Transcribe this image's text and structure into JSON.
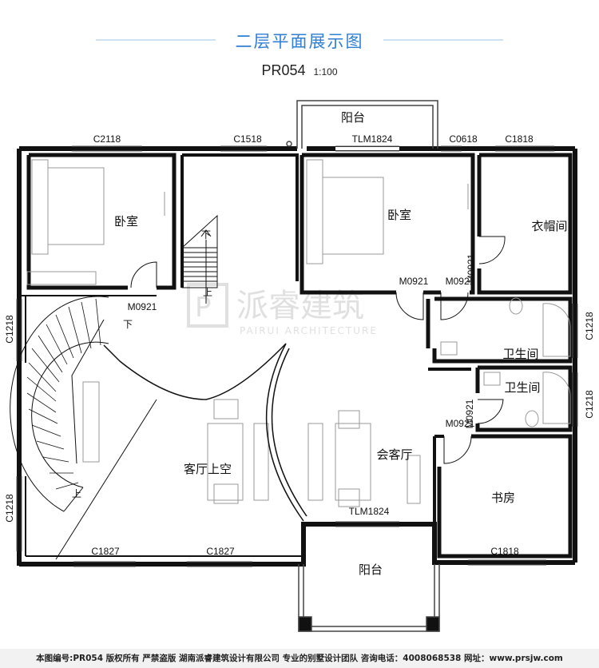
{
  "header": {
    "title": "二层平面展示图",
    "plan_code": "PR054",
    "scale": "1:100"
  },
  "rooms": {
    "bedroom_left": "卧室",
    "bedroom_right": "卧室",
    "closet": "衣帽间",
    "bath1": "卫生间",
    "bath2": "卫生间",
    "living_void": "客厅上空",
    "lounge": "会客厅",
    "study": "书房",
    "balcony_top": "阳台",
    "balcony_bottom": "阳台"
  },
  "openings": {
    "c2118": "C2118",
    "c1518": "C1518",
    "tlm_top": "TLM1824",
    "c0618": "C0618",
    "c1818_top": "C1818",
    "m0921_a": "M0921",
    "m0921_b": "M0921",
    "m0921_c": "M0921",
    "m0921_d": "M0921",
    "m0921_e": "M0921",
    "c1218_l1": "C1218",
    "c1218_l2": "C1218",
    "c1218_r1": "C1218",
    "c1218_r2": "C1218",
    "tlm_bottom": "TLM1824",
    "c1827_a": "C1827",
    "c1827_b": "C1827",
    "c1818_bottom": "C1818"
  },
  "stairs": {
    "up1": "上",
    "down1": "下",
    "up2": "上",
    "down2": "下"
  },
  "watermark": {
    "brand": "派睿建筑",
    "tagline": "PAIRUI ARCHITECTURE"
  },
  "footer": "本图编号:PR054 版权所有 严禁盗版 湖南派睿建筑设计有限公司 专业的别墅设计团队 咨询电话：4008068538 网址：www.prsjw.com",
  "colors": {
    "title": "#2f7fd4",
    "wall": "#111111",
    "watermark": "#c8c8c8",
    "furniture": "#999999"
  }
}
